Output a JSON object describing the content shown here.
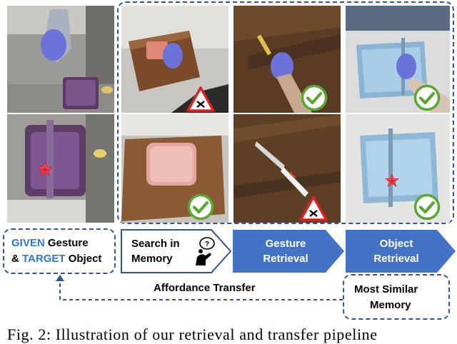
{
  "labels": {
    "given_word": "GIVEN",
    "gesture_word": " Gesture",
    "amp": "& ",
    "target_word": "TARGET",
    "object_word": " Object",
    "search_line1": "Search in",
    "search_line2": "Memory",
    "gesture_retrieval_line1": "Gesture",
    "gesture_retrieval_line2": "Retrieval",
    "object_retrieval_line1": "Object",
    "object_retrieval_line2": "Retrieval",
    "affordance_transfer": "Affordance Transfer",
    "most_similar_line1": "Most Similar",
    "most_similar_line2": "Memory"
  },
  "caption": "Fig. 2: Illustration of our retrieval and transfer pipeline",
  "icons": {
    "check": "check-circle-icon",
    "cross": "warning-cross-icon",
    "star": "red-star-icon",
    "search": "person-thinking-icon"
  },
  "colors": {
    "accent_blue": "#4472c4",
    "dash_blue": "#2f5597",
    "check_green": "#5aa832",
    "cross_red": "#e02020",
    "star_red": "#e0202a",
    "given_blue": "#2e75d6"
  }
}
